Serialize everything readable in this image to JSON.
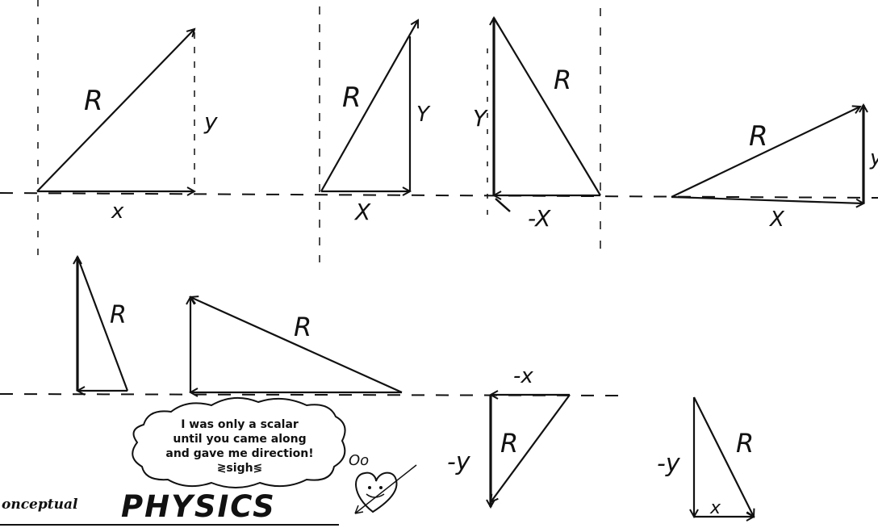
{
  "labels": {
    "d1": {
      "R": "R",
      "x": "x",
      "y": "y"
    },
    "d2": {
      "R": "R",
      "x": "X",
      "y": "Y"
    },
    "d3": {
      "R": "R",
      "x": "-X",
      "y": "Y"
    },
    "d4": {
      "R": "R",
      "x": "X",
      "y": "y"
    },
    "d5": {
      "R": "R"
    },
    "d6": {
      "R": "R"
    },
    "d7": {
      "R": "R",
      "x": "-x",
      "y": "-y"
    },
    "d8": {
      "R": "R",
      "x": "x",
      "y": "-y"
    }
  },
  "cartoon": {
    "lines": [
      "I was only a scalar",
      "until you came along",
      "and gave me direction!",
      "≷sigh≶"
    ],
    "bubbles": "Oo"
  },
  "brand": {
    "prefix": "onceptual",
    "name": "PHYSICS"
  }
}
